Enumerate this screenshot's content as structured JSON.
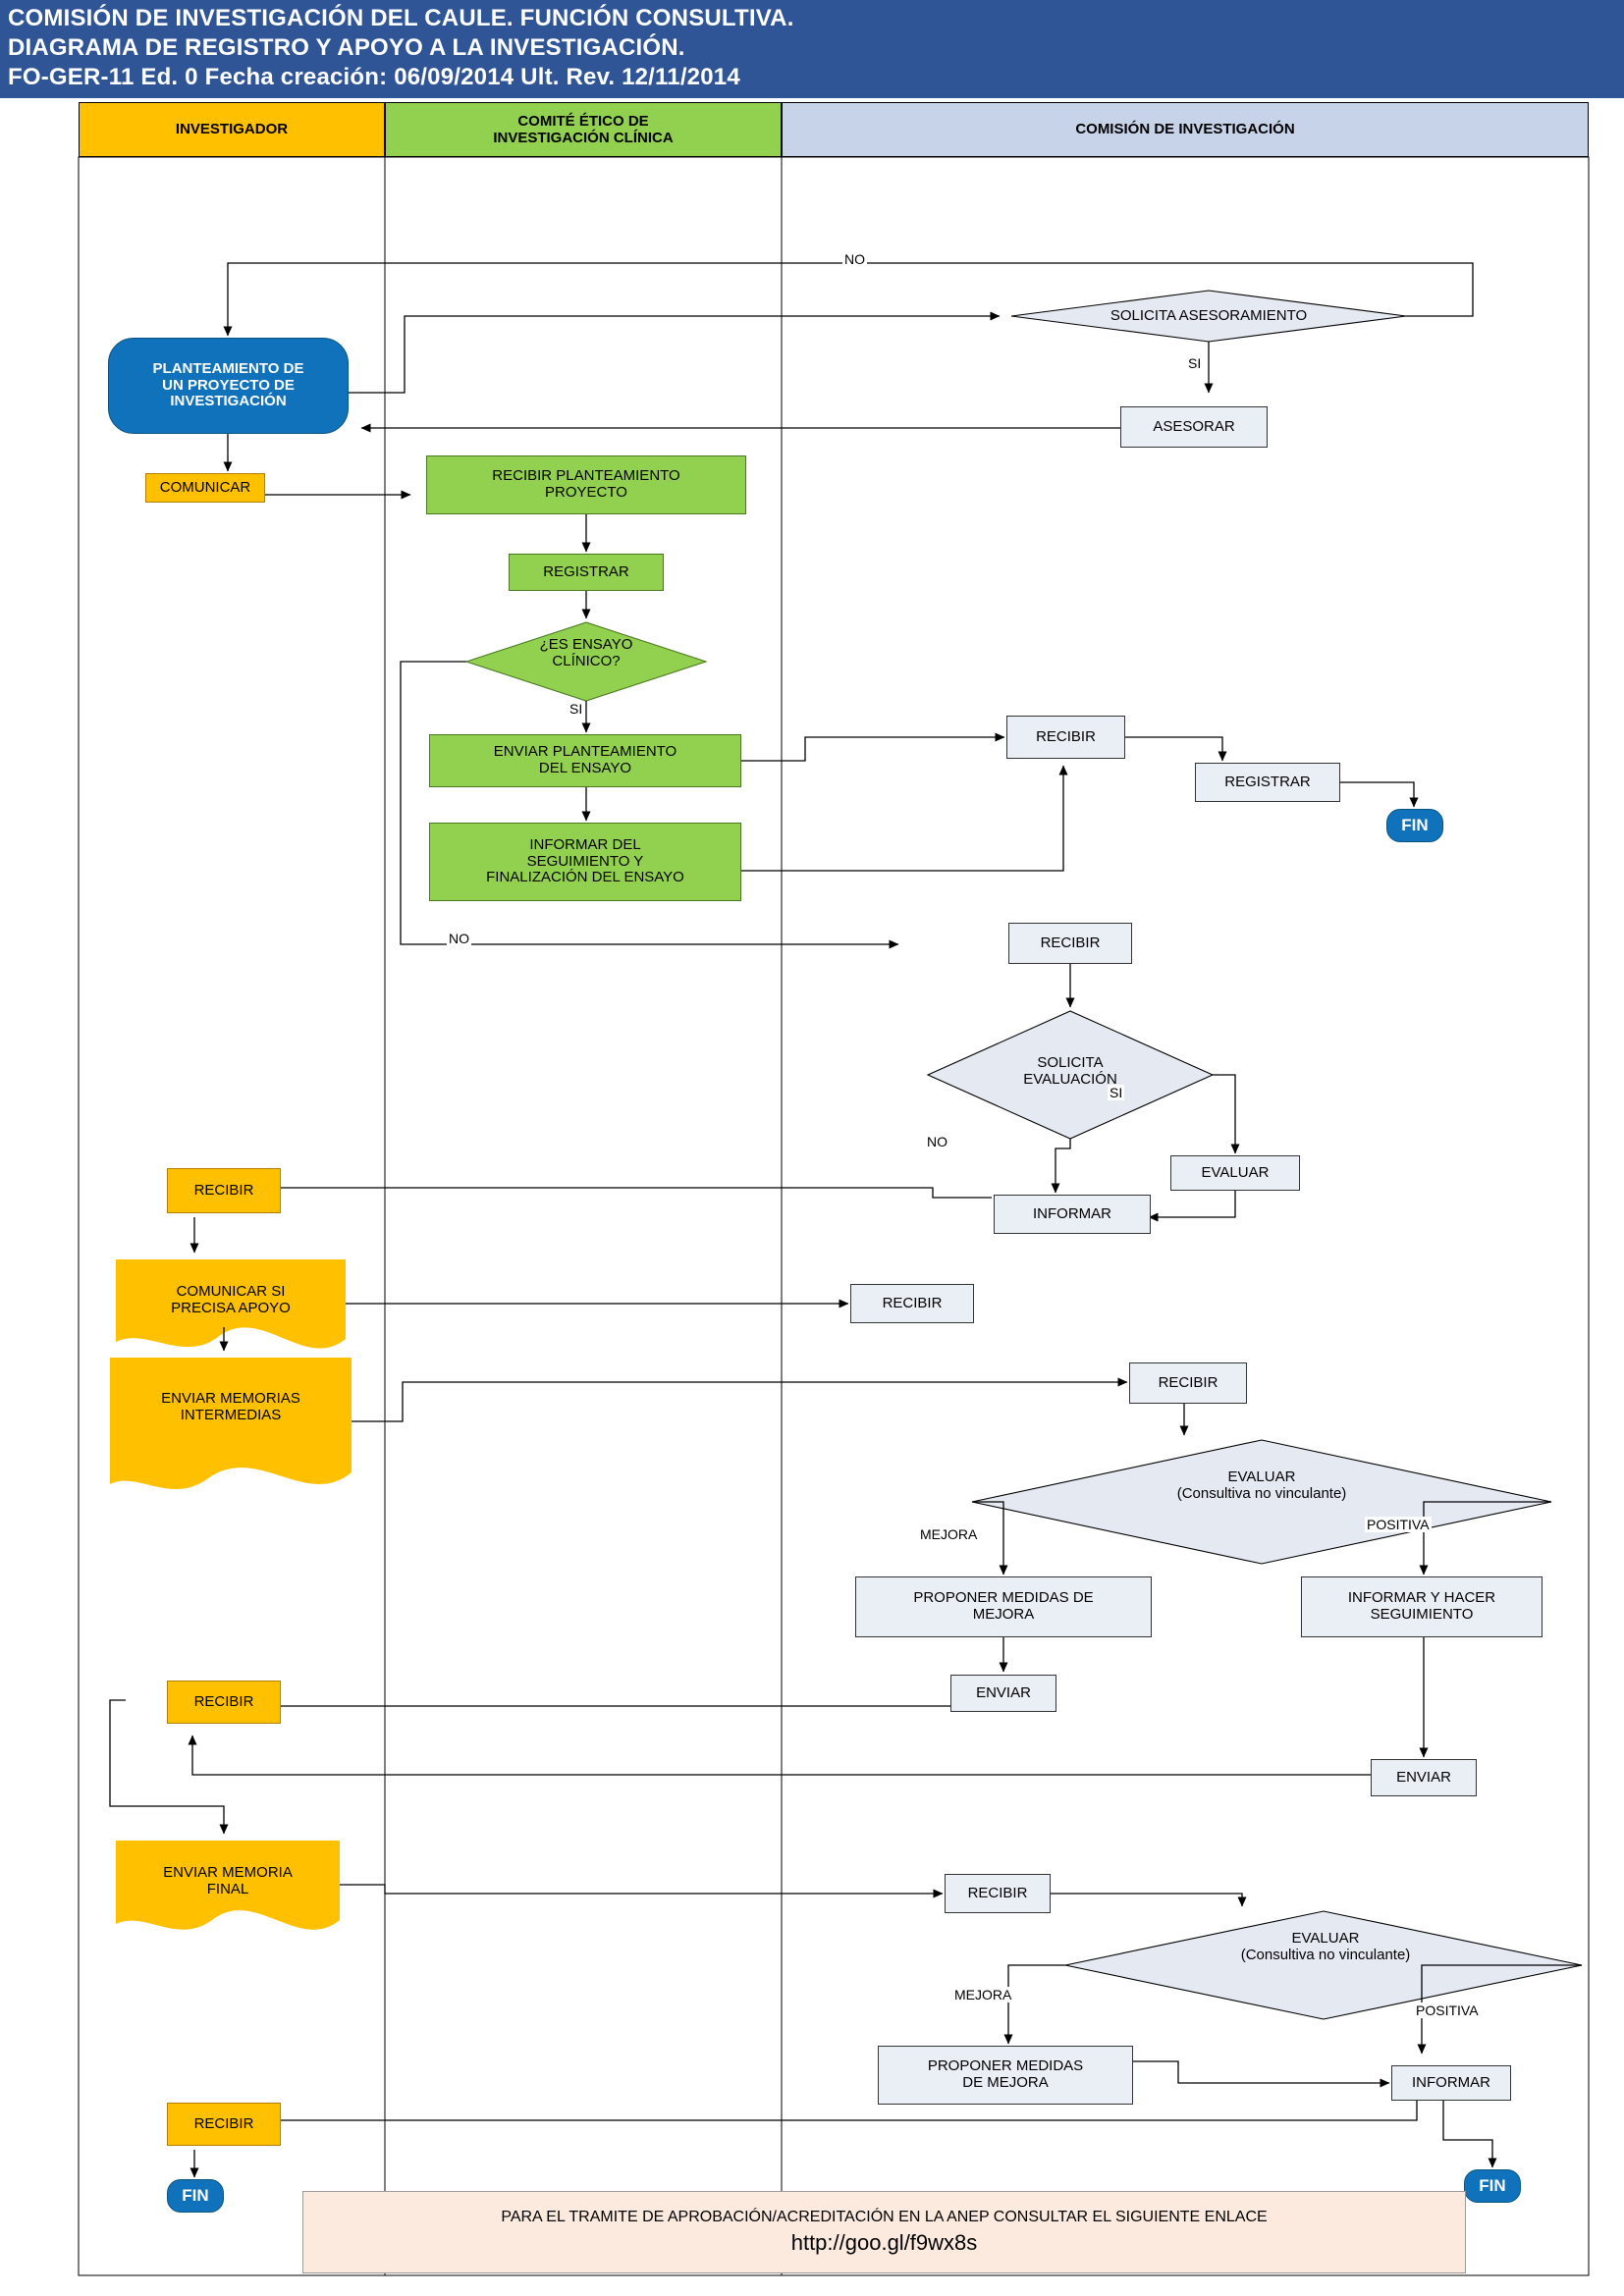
{
  "title": {
    "line1": "COMISIÓN DE INVESTIGACIÓN DEL CAULE. FUNCIÓN CONSULTIVA.",
    "line2": "DIAGRAMA DE REGISTRO Y APOYO A LA  INVESTIGACIÓN.",
    "line3": "FO-GER-11 Ed. 0 Fecha creación: 06/09/2014 Ult. Rev. 12/11/2014"
  },
  "lanes": [
    {
      "id": "investigador",
      "label": "INVESTIGADOR",
      "color": "#ffc000"
    },
    {
      "id": "comite-etico",
      "label": "COMITÉ ÉTICO DE\nINVESTIGACIÓN CLÍNICA",
      "label_l1": "COMITÉ ÉTICO DE",
      "label_l2": "INVESTIGACIÓN CLÍNICA",
      "color": "#92d050"
    },
    {
      "id": "comision",
      "label": "COMISIÓN DE INVESTIGACIÓN",
      "color": "#c6d3e8"
    }
  ],
  "nodes": {
    "start": "PLANTEAMIENTO DE UN PROYECTO DE INVESTIGACIÓN",
    "start_l1": "PLANTEAMIENTO DE",
    "start_l2": "UN PROYECTO DE",
    "start_l3": "INVESTIGACIÓN",
    "comunicar": "COMUNICAR",
    "solicita_asesoramiento": "SOLICITA ASESORAMIENTO",
    "asesorar": "ASESORAR",
    "recibir_planteamiento_l1": "RECIBIR PLANTEAMIENTO",
    "recibir_planteamiento_l2": "PROYECTO",
    "registrar_cei": "REGISTRAR",
    "es_ensayo_l1": "¿ES ENSAYO",
    "es_ensayo_l2": "CLÍNICO?",
    "enviar_planteamiento_l1": "ENVIAR PLANTEAMIENTO",
    "enviar_planteamiento_l2": "DEL ENSAYO",
    "informar_seguimiento_l1": "INFORMAR DEL",
    "informar_seguimiento_l2": "SEGUIMIENTO Y",
    "informar_seguimiento_l3": "FINALIZACIÓN DEL ENSAYO",
    "recibir_ensayo": "RECIBIR",
    "registrar_com": "REGISTRAR",
    "fin_1": "FIN",
    "recibir_noensayo": "RECIBIR",
    "solicita_evaluacion_l1": "SOLICITA",
    "solicita_evaluacion_l2": "EVALUACIÓN",
    "evaluar_1": "EVALUAR",
    "informar_1": "INFORMAR",
    "recibir_inv_1": "RECIBIR",
    "comunicar_apoyo_l1": "COMUNICAR SI",
    "comunicar_apoyo_l2": "PRECISA APOYO",
    "recibir_apoyo": "RECIBIR",
    "enviar_memorias_l1": "ENVIAR MEMORIAS",
    "enviar_memorias_l2": "INTERMEDIAS",
    "recibir_memorias": "RECIBIR",
    "evaluar_consultiva_l1": "EVALUAR",
    "evaluar_consultiva_l2": "(Consultiva no vinculante)",
    "proponer_medidas_1_l1": "PROPONER MEDIDAS DE",
    "proponer_medidas_1_l2": "MEJORA",
    "informar_hacer_l1": "INFORMAR Y HACER",
    "informar_hacer_l2": "SEGUIMIENTO",
    "enviar_1": "ENVIAR",
    "enviar_2": "ENVIAR",
    "recibir_inv_2": "RECIBIR",
    "enviar_memoria_final_l1": "ENVIAR MEMORIA",
    "enviar_memoria_final_l2": "FINAL",
    "recibir_final": "RECIBIR",
    "evaluar_consultiva2_l1": "EVALUAR",
    "evaluar_consultiva2_l2": "(Consultiva no vinculante)",
    "proponer_medidas_2_l1": "PROPONER MEDIDAS",
    "proponer_medidas_2_l2": "DE MEJORA",
    "informar_2": "INFORMAR",
    "recibir_inv_3": "RECIBIR",
    "fin_2": "FIN",
    "fin_3": "FIN"
  },
  "edge_labels": {
    "no_asesoramiento": "NO",
    "si_asesoramiento": "SI",
    "si_ensayo": "SI",
    "no_ensayo": "NO",
    "si_evaluacion": "SI",
    "no_evaluacion": "NO",
    "mejora_1": "MEJORA",
    "positiva_1": "POSITIVA",
    "mejora_2": "MEJORA",
    "positiva_2": "POSITIVA"
  },
  "footer": {
    "line1": "PARA EL TRAMITE DE APROBACIÓN/ACREDITACIÓN EN LA ANEP  CONSULTAR EL SIGUIENTE ENLACE",
    "link": "http://goo.gl/f9wx8s"
  },
  "colors": {
    "banner": "#2f5597",
    "lane_investigador": "#ffc000",
    "lane_comite": "#92d050",
    "lane_comision": "#c6d3e8",
    "terminator": "#1072ba",
    "process": "#eaeef5",
    "footer_note": "#fdeade"
  }
}
